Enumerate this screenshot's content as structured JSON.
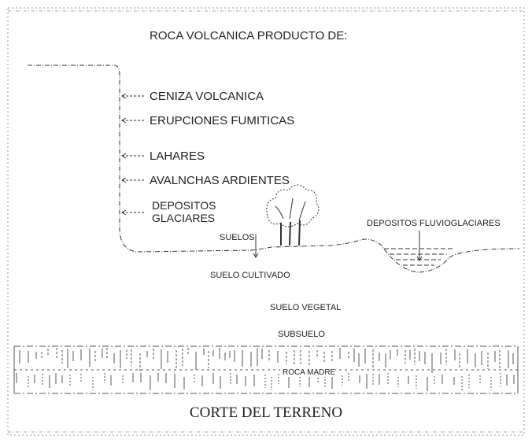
{
  "title": "ROCA VOLCANICA PRODUCTO DE:",
  "sources": [
    "CENIZA VOLCANICA",
    "ERUPCIONES FUMITICAS",
    "LAHARES",
    "AVALNCHAS ARDIENTES"
  ],
  "glacial": [
    "DEPOSITOS",
    "GLACIARES"
  ],
  "fluvio": "DEPOSITOS FLUVIOGLACIARES",
  "soil": {
    "suelos": "SUELOS",
    "cultivado": "SUELO CULTIVADO",
    "vegetal": "SUELO VEGETAL",
    "subsuelo": "SUBSUELO",
    "roca_madre": "ROCA MADRE"
  },
  "caption": "CORTE DEL TERRENO",
  "colors": {
    "ink": "#222222",
    "hatch": "#555555",
    "bg": "#ffffff"
  }
}
